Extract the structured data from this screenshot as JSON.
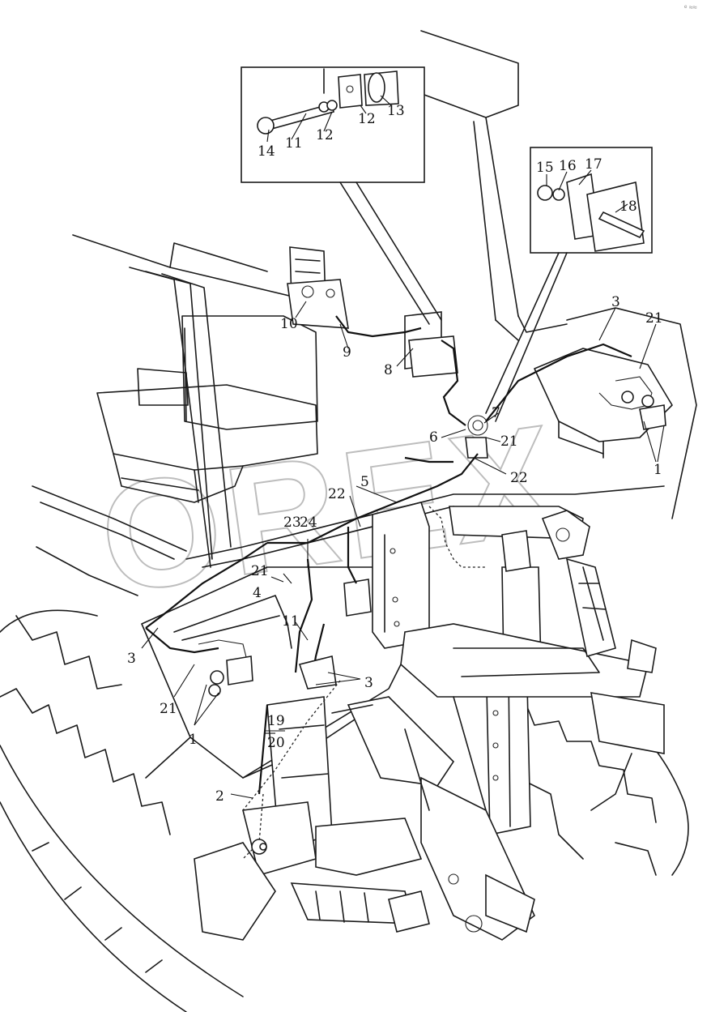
{
  "watermark": "OREX",
  "corner_mark": "ᵉ ≈≈",
  "callouts": {
    "c1a": "1",
    "c1b": "1",
    "c2": "2",
    "c3a": "3",
    "c3b": "3",
    "c3c": "3",
    "c4": "4",
    "c5": "5",
    "c6": "6",
    "c7": "7",
    "c8": "8",
    "c9": "9",
    "c10": "10",
    "c11a": "11",
    "c11b": "11",
    "c12a": "12",
    "c12b": "12",
    "c13": "13",
    "c14": "14",
    "c15": "15",
    "c16": "16",
    "c17": "17",
    "c18": "18",
    "c19": "19",
    "c20": "20",
    "c21a": "21",
    "c21b": "21",
    "c21c": "21",
    "c21d": "21",
    "c22a": "22",
    "c22b": "22",
    "c23": "23",
    "c24": "24"
  }
}
